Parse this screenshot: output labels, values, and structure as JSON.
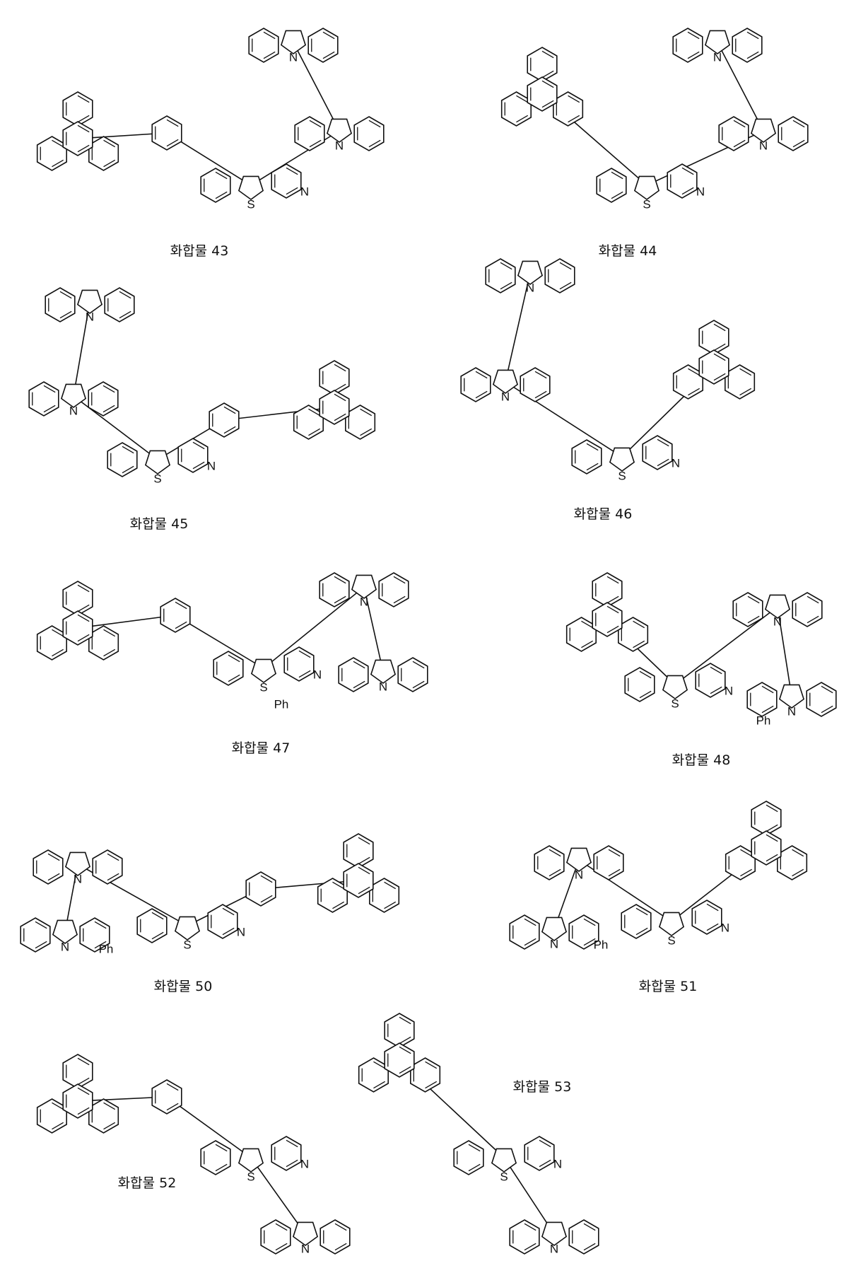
{
  "compounds": [
    {
      "label": "화합물 43",
      "atoms": [
        "S",
        "N",
        "N",
        "N"
      ]
    },
    {
      "label": "화합물 44",
      "atoms": [
        "S",
        "N",
        "N",
        "N"
      ]
    },
    {
      "label": "화합물 45",
      "atoms": [
        "S",
        "N",
        "N",
        "N"
      ]
    },
    {
      "label": "화합물 46",
      "atoms": [
        "S",
        "N",
        "N",
        "N"
      ]
    },
    {
      "label": "화합물 47",
      "atoms": [
        "S",
        "N",
        "N",
        "N",
        "Ph"
      ]
    },
    {
      "label": "화합물 48",
      "atoms": [
        "S",
        "N",
        "N",
        "N",
        "Ph"
      ]
    },
    {
      "label": "화합물 50",
      "atoms": [
        "S",
        "N",
        "N",
        "N",
        "Ph"
      ]
    },
    {
      "label": "화합물 51",
      "atoms": [
        "S",
        "N",
        "N",
        "N",
        "Ph"
      ]
    },
    {
      "label": "화합물 52",
      "atoms": [
        "S",
        "N",
        "N"
      ]
    },
    {
      "label": "화합물 53",
      "atoms": [
        "S",
        "N",
        "N"
      ]
    }
  ]
}
